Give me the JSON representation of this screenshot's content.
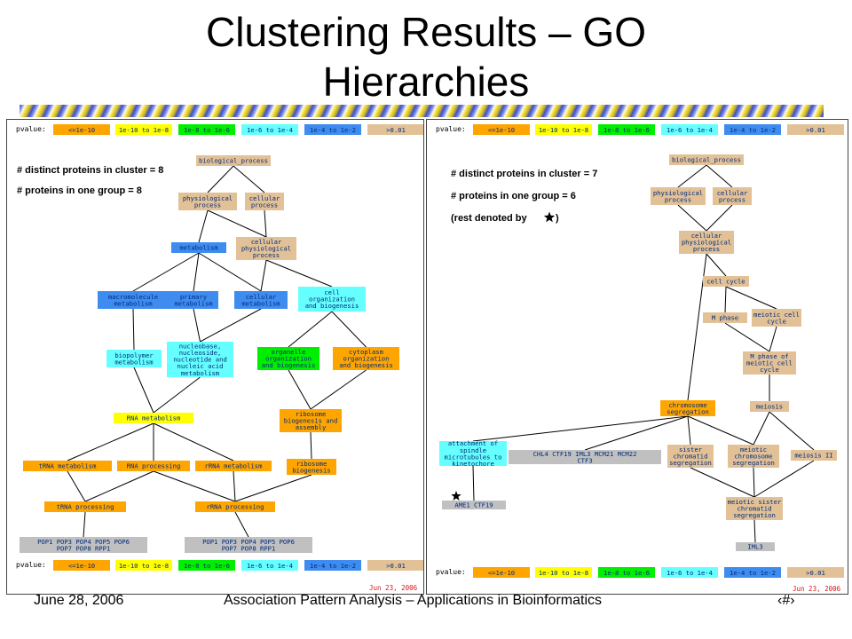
{
  "slide": {
    "title_line1": "Clustering Results – GO",
    "title_line2": "Hierarchies",
    "footer_date": "June 28, 2006",
    "footer_center": "Association Pattern Analysis – Applications in Bioinformatics",
    "footer_page": "‹#›"
  },
  "legend": {
    "label": "pvalue:",
    "items": [
      {
        "text": "<=1e-10",
        "color": "#ffa500"
      },
      {
        "text": "1e-10 to 1e-8",
        "color": "#ffff00"
      },
      {
        "text": "1e-8 to 1e-6",
        "color": "#00ee00"
      },
      {
        "text": "1e-6 to 1e-4",
        "color": "#66ffff"
      },
      {
        "text": "1e-4 to 1e-2",
        "color": "#3f8cf0"
      },
      {
        "text": ">0.01",
        "color": "#e2c197"
      }
    ]
  },
  "left_panel": {
    "stat1": "# distinct proteins in cluster = 8",
    "stat2": "# proteins in one group = 8",
    "date": "Jun 23, 2006",
    "nodes": [
      {
        "id": "bp",
        "lines": [
          "biological_process"
        ],
        "color": "#e2c197"
      },
      {
        "id": "phys",
        "lines": [
          "physiological",
          "process"
        ],
        "color": "#e2c197"
      },
      {
        "id": "cell",
        "lines": [
          "cellular",
          "process"
        ],
        "color": "#e2c197"
      },
      {
        "id": "met",
        "lines": [
          "metabolism"
        ],
        "color": "#3f8cf0"
      },
      {
        "id": "cpp",
        "lines": [
          "cellular",
          "physiological",
          "process"
        ],
        "color": "#e2c197"
      },
      {
        "id": "macro",
        "lines": [
          "macromolecule",
          "metabolism"
        ],
        "color": "#3f8cf0"
      },
      {
        "id": "prim",
        "lines": [
          "primary",
          "metabolism"
        ],
        "color": "#3f8cf0"
      },
      {
        "id": "cellm",
        "lines": [
          "cellular",
          "metabolism"
        ],
        "color": "#3f8cf0"
      },
      {
        "id": "corg",
        "lines": [
          "cell",
          "organization",
          "and biogenesis"
        ],
        "color": "#66ffff"
      },
      {
        "id": "biop",
        "lines": [
          "biopolymer",
          "metabolism"
        ],
        "color": "#66ffff"
      },
      {
        "id": "nucl",
        "lines": [
          "nucleobase,",
          "nucleoside,",
          "nucleotide and",
          "nucleic acid",
          "metabolism"
        ],
        "color": "#66ffff"
      },
      {
        "id": "orgb",
        "lines": [
          "organelle",
          "organization",
          "and biogenesis"
        ],
        "color": "#00ee00"
      },
      {
        "id": "cyto",
        "lines": [
          "cytoplasm",
          "organization",
          "and biogenesis"
        ],
        "color": "#ffa500"
      },
      {
        "id": "rna",
        "lines": [
          "RNA metabolism"
        ],
        "color": "#ffff00"
      },
      {
        "id": "ribo",
        "lines": [
          "ribosome",
          "biogenesis and",
          "assembly"
        ],
        "color": "#ffa500"
      },
      {
        "id": "trna",
        "lines": [
          "tRNA metabolism"
        ],
        "color": "#ffa500"
      },
      {
        "id": "rnap",
        "lines": [
          "RNA processing"
        ],
        "color": "#ffa500"
      },
      {
        "id": "rrna",
        "lines": [
          "rRNA metabolism"
        ],
        "color": "#ffa500"
      },
      {
        "id": "ribob",
        "lines": [
          "ribosome",
          "biogenesis"
        ],
        "color": "#ffa500"
      },
      {
        "id": "trnap",
        "lines": [
          "tRNA processing"
        ],
        "color": "#ffa500"
      },
      {
        "id": "rrnap",
        "lines": [
          "rRNA processing"
        ],
        "color": "#ffa500"
      },
      {
        "id": "g1",
        "lines": [
          "POP1 POP3 POP4 POP5 POP6",
          "POP7 POP8 RPP1"
        ],
        "color": "#c0c0c0"
      },
      {
        "id": "g2",
        "lines": [
          "POP1 POP3 POP4 POP5 POP6",
          "POP7 POP8 RPP1"
        ],
        "color": "#c0c0c0"
      }
    ],
    "edges": [
      [
        "bp",
        "phys"
      ],
      [
        "bp",
        "cell"
      ],
      [
        "phys",
        "met"
      ],
      [
        "cell",
        "cpp"
      ],
      [
        "phys",
        "cpp"
      ],
      [
        "met",
        "macro"
      ],
      [
        "met",
        "prim"
      ],
      [
        "met",
        "cellm"
      ],
      [
        "cpp",
        "cellm"
      ],
      [
        "cpp",
        "corg"
      ],
      [
        "macro",
        "biop"
      ],
      [
        "prim",
        "nucl"
      ],
      [
        "cellm",
        "nucl"
      ],
      [
        "corg",
        "orgb"
      ],
      [
        "corg",
        "cyto"
      ],
      [
        "biop",
        "rna"
      ],
      [
        "nucl",
        "rna"
      ],
      [
        "orgb",
        "ribo"
      ],
      [
        "cyto",
        "ribo"
      ],
      [
        "rna",
        "trna"
      ],
      [
        "rna",
        "rnap"
      ],
      [
        "rna",
        "rrna"
      ],
      [
        "ribo",
        "ribob"
      ],
      [
        "trna",
        "trnap"
      ],
      [
        "rnap",
        "trnap"
      ],
      [
        "rnap",
        "rrnap"
      ],
      [
        "rrna",
        "rrnap"
      ],
      [
        "ribob",
        "rrnap"
      ],
      [
        "trnap",
        "g1"
      ],
      [
        "rrnap",
        "g2"
      ]
    ]
  },
  "right_panel": {
    "stat1": "# distinct proteins in cluster = 7",
    "stat2": "# proteins in one group = 6",
    "stat3_prefix": "(rest denoted by",
    "stat3_suffix": ")",
    "date": "Jun 23, 2006",
    "nodes": [
      {
        "id": "bp",
        "lines": [
          "biological_process"
        ],
        "color": "#e2c197"
      },
      {
        "id": "phys",
        "lines": [
          "physiological",
          "process"
        ],
        "color": "#e2c197"
      },
      {
        "id": "cell",
        "lines": [
          "cellular",
          "process"
        ],
        "color": "#e2c197"
      },
      {
        "id": "cpp",
        "lines": [
          "cellular",
          "physiological",
          "process"
        ],
        "color": "#e2c197"
      },
      {
        "id": "cc",
        "lines": [
          "cell cycle"
        ],
        "color": "#e2c197"
      },
      {
        "id": "mph",
        "lines": [
          "M phase"
        ],
        "color": "#e2c197"
      },
      {
        "id": "mcc",
        "lines": [
          "meiotic cell",
          "cycle"
        ],
        "color": "#e2c197"
      },
      {
        "id": "mphm",
        "lines": [
          "M phase of",
          "meiotic cell",
          "cycle"
        ],
        "color": "#e2c197"
      },
      {
        "id": "meio",
        "lines": [
          "meiosis"
        ],
        "color": "#e2c197"
      },
      {
        "id": "chrs",
        "lines": [
          "chromosome",
          "segregation"
        ],
        "color": "#ffa500"
      },
      {
        "id": "att",
        "lines": [
          "attachment of",
          "spindle",
          "microtubules to",
          "kinetochore"
        ],
        "color": "#66ffff"
      },
      {
        "id": "grp",
        "lines": [
          "CHL4 CTF19 IML3 MCM21 MCM22",
          "CTF3"
        ],
        "color": "#c0c0c0"
      },
      {
        "id": "sis",
        "lines": [
          "sister",
          "chromatid",
          "segregation"
        ],
        "color": "#e2c197"
      },
      {
        "id": "mcs",
        "lines": [
          "meiotic",
          "chromosome",
          "segregation"
        ],
        "color": "#e2c197"
      },
      {
        "id": "m2",
        "lines": [
          "meiosis II"
        ],
        "color": "#e2c197"
      },
      {
        "id": "ame",
        "lines": [
          "AME1 CTF19"
        ],
        "color": "#c0c0c0"
      },
      {
        "id": "msc",
        "lines": [
          "meiotic sister",
          "chromatid",
          "segregation"
        ],
        "color": "#e2c197"
      },
      {
        "id": "iml",
        "lines": [
          "IML3"
        ],
        "color": "#c0c0c0"
      }
    ],
    "edges": [
      [
        "bp",
        "phys"
      ],
      [
        "bp",
        "cell"
      ],
      [
        "phys",
        "cpp"
      ],
      [
        "cell",
        "cpp"
      ],
      [
        "cpp",
        "cc"
      ],
      [
        "cc",
        "mph"
      ],
      [
        "cc",
        "mcc"
      ],
      [
        "mph",
        "mphm"
      ],
      [
        "mcc",
        "mphm"
      ],
      [
        "mphm",
        "meio"
      ],
      [
        "cpp",
        "chrs"
      ],
      [
        "chrs",
        "att"
      ],
      [
        "chrs",
        "grp"
      ],
      [
        "chrs",
        "sis"
      ],
      [
        "chrs",
        "mcs"
      ],
      [
        "meio",
        "mcs"
      ],
      [
        "meio",
        "m2"
      ],
      [
        "att",
        "ame"
      ],
      [
        "sis",
        "msc"
      ],
      [
        "mcs",
        "msc"
      ],
      [
        "m2",
        "msc"
      ],
      [
        "msc",
        "iml"
      ]
    ]
  }
}
